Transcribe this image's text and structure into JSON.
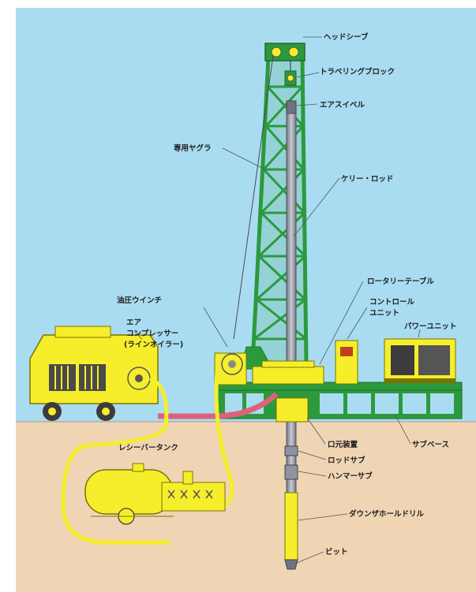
{
  "diagram": {
    "labels": {
      "head_sheave": "ヘッドシーブ",
      "traveling_block": "トラベリングブロック",
      "air_swivel": "エアスイベル",
      "derrick": "専用ヤグラ",
      "kelly_rod": "ケリー・ロッド",
      "rotary_table": "ロータリーテーブル",
      "control_unit_1": "コントロール",
      "control_unit_2": "ユニット",
      "power_unit": "パワーユニット",
      "hydraulic_winch": "油圧ウインチ",
      "compressor_1": "エア",
      "compressor_2": "コンプレッサー",
      "compressor_3": "(ラインオイラー)",
      "receiver_tank": "レシーバータンク",
      "casing_device": "口元装置",
      "sub_base": "サブベース",
      "rod_sub": "ロッドサブ",
      "hammer_sub": "ハンマーサブ",
      "dth_drill": "ダウンザホールドリル",
      "bit": "ビット"
    },
    "colors": {
      "sky": "#a9dcf1",
      "ground": "#f0d5b4",
      "derrick_green": "#2b9a3c",
      "equipment_yellow": "#f6ee2a",
      "hose_red": "#e0607a",
      "rod_gray": "#8d93a0"
    }
  }
}
